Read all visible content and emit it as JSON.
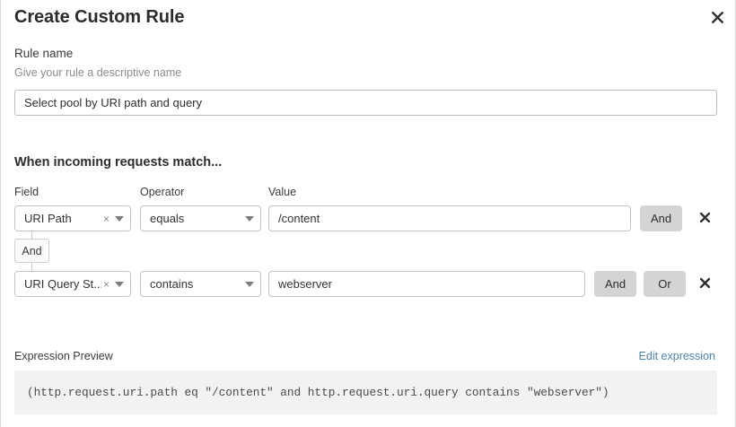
{
  "dialog": {
    "title": "Create Custom Rule",
    "close_icon": "close-icon"
  },
  "rule_name": {
    "label": "Rule name",
    "help": "Give your rule a descriptive name",
    "value": "Select pool by URI path and query",
    "placeholder": "Select pool by URI path and query"
  },
  "conditions": {
    "heading": "When incoming requests match...",
    "columns": {
      "field": "Field",
      "operator": "Operator",
      "value": "Value"
    },
    "connector": {
      "label": "And"
    },
    "rows": [
      {
        "field": "URI Path",
        "field_clear": "×",
        "operator": "equals",
        "value": "/content",
        "and_label": "And",
        "or_label": null,
        "delete_icon": "close-icon"
      },
      {
        "field": "URI Query St...",
        "field_clear": "×",
        "operator": "contains",
        "value": "webserver",
        "and_label": "And",
        "or_label": "Or",
        "delete_icon": "close-icon"
      }
    ]
  },
  "expression": {
    "label": "Expression Preview",
    "edit_link": "Edit expression",
    "text": "(http.request.uri.path eq \"/content\" and http.request.uri.query contains \"webserver\")"
  },
  "colors": {
    "accent_link": "#4d82a8",
    "logic_button_bg": "#d4d4d4",
    "preview_bg": "#f2f2f2",
    "border": "#c3c3c3"
  }
}
